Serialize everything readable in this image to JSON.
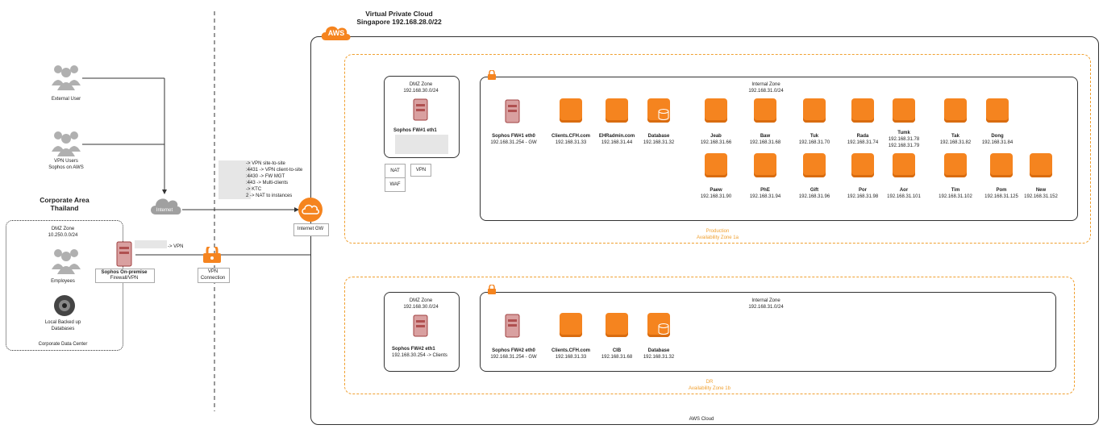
{
  "vpc": {
    "title": "Virtual Private Cloud",
    "subtitle": "Singapore 192.168.28.0/22",
    "aws_badge": "AWS",
    "footer": "AWS Cloud"
  },
  "left_users": {
    "external": "External User",
    "vpn_users": [
      "VPN Users",
      "Sophos on AWS"
    ]
  },
  "internet": {
    "label": "Internet"
  },
  "corporate": {
    "title": [
      "Corporate Area",
      "Thailand"
    ],
    "dmz_zone": [
      "DMZ Zone",
      "10.250.0.0/24"
    ],
    "employees": "Employees",
    "local_db": [
      "Local Backed up",
      "Databases"
    ],
    "footer": "Corporate Data Center",
    "firewall": [
      "Sophos On-premise",
      "Firewall/VPN"
    ],
    "vpn_arrow": "-> VPN"
  },
  "vpn_conn": [
    "VPN",
    "Connection"
  ],
  "internet_gw": "Internet GW",
  "port_notes": [
    "-> VPN site-to-site",
    ":4431 -> VPN client-to-site",
    ":4430 -> FW MGT",
    ":443 -> Multi-clients",
    "-> KTC",
    "2 -> NAT to instances"
  ],
  "production": {
    "zone_label": [
      "Production",
      "Availability Zone 1a"
    ],
    "dmz": {
      "title": [
        "DMZ Zone",
        "192.168.30.0/24"
      ],
      "fw": "Sophos FW#1 eth1"
    },
    "nat": "NAT",
    "waf": "WAF",
    "vpn": "VPN",
    "internal": {
      "title": [
        "Internal Zone",
        "192.168.31.0/24"
      ],
      "fw": [
        "Sophos FW#1 eth0",
        "192.168.31.254 - GW"
      ]
    },
    "servers_row1": [
      {
        "name": "Clients.CFH.com",
        "ip": "192.168.31.33"
      },
      {
        "name": "EHRadmin.com",
        "ip": "192.168.31.44"
      },
      {
        "name": "Database",
        "ip": "192.168.31.32"
      },
      {
        "name": "Jeab",
        "ip": "192.168.31.66"
      },
      {
        "name": "Baw",
        "ip": "192.168.31.68"
      },
      {
        "name": "Tuk",
        "ip": "192.168.31.70"
      },
      {
        "name": "Rada",
        "ip": "192.168.31.74"
      },
      {
        "name": "Tumk",
        "ip": "192.168.31.78",
        "ip2": "192.168.31.79"
      },
      {
        "name": "Tak",
        "ip": "192.168.31.82"
      },
      {
        "name": "Dong",
        "ip": "192.168.31.84"
      }
    ],
    "servers_row2": [
      {
        "name": "Paew",
        "ip": "192.168.31.90"
      },
      {
        "name": "PhE",
        "ip": "192.168.31.94"
      },
      {
        "name": "Gift",
        "ip": "192.168.31.96"
      },
      {
        "name": "Por",
        "ip": "192.168.31.98"
      },
      {
        "name": "Aor",
        "ip": "192.168.31.101"
      },
      {
        "name": "Tim",
        "ip": "192.168.31.102"
      },
      {
        "name": "Pom",
        "ip": "192.168.31.125"
      },
      {
        "name": "New",
        "ip": "192.168.31.152"
      }
    ]
  },
  "dr": {
    "zone_label": [
      "DR",
      "Availability Zone 1b"
    ],
    "dmz": {
      "title": [
        "DMZ Zone",
        "192.168.30.0/24"
      ],
      "fw": [
        "Sophos FW#2 eth1",
        "192.168.30.254 -> Clients"
      ]
    },
    "internal": {
      "title": [
        "Internal Zone",
        "192.168.31.0/24"
      ],
      "fw": [
        "Sophos FW#2 eth0",
        "192.168.31.254 - GW"
      ]
    },
    "servers": [
      {
        "name": "Clients.CFH.com",
        "ip": "192.168.31.33"
      },
      {
        "name": "CIB",
        "ip": "192.168.31.68"
      },
      {
        "name": "Database",
        "ip": "192.168.31.32"
      }
    ]
  },
  "colors": {
    "accent": "#f5841f",
    "dashed": "#f0a030",
    "firewall": "#c0504d"
  }
}
